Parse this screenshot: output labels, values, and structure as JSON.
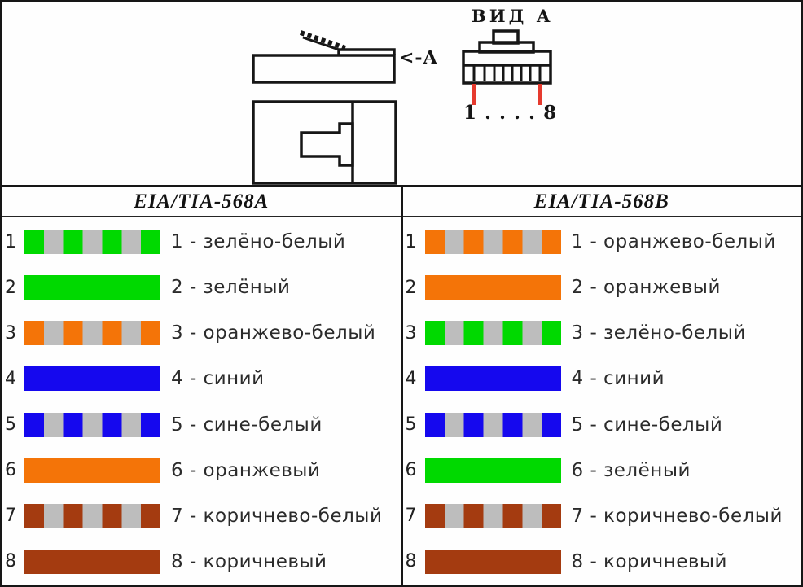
{
  "top": {
    "view_label": "ВИД А",
    "arrow_label": "<-A",
    "pins_label": "1 . . . . 8"
  },
  "colors": {
    "stripe_white": "#bdbdbd",
    "pointer_red": "#e63a2e",
    "line_black": "#161616",
    "green": "#00d900",
    "orange": "#f47408",
    "blue": "#1508ee",
    "brown": "#a43b10"
  },
  "table": {
    "columns": [
      {
        "header": "EIA/TIA-568A",
        "rows": [
          {
            "pin": "1",
            "label": "1 - зелёно-белый",
            "color": "#00d900",
            "striped": true
          },
          {
            "pin": "2",
            "label": "2 - зелёный",
            "color": "#00d900",
            "striped": false
          },
          {
            "pin": "3",
            "label": "3 - оранжево-белый",
            "color": "#f47408",
            "striped": true
          },
          {
            "pin": "4",
            "label": "4 - синий",
            "color": "#1508ee",
            "striped": false
          },
          {
            "pin": "5",
            "label": "5 - сине-белый",
            "color": "#1508ee",
            "striped": true
          },
          {
            "pin": "6",
            "label": "6 - оранжевый",
            "color": "#f47408",
            "striped": false
          },
          {
            "pin": "7",
            "label": "7 - коричнево-белый",
            "color": "#a43b10",
            "striped": true
          },
          {
            "pin": "8",
            "label": "8 - коричневый",
            "color": "#a43b10",
            "striped": false
          }
        ]
      },
      {
        "header": "EIA/TIA-568B",
        "rows": [
          {
            "pin": "1",
            "label": "1 - оранжево-белый",
            "color": "#f47408",
            "striped": true
          },
          {
            "pin": "2",
            "label": "2 - оранжевый",
            "color": "#f47408",
            "striped": false
          },
          {
            "pin": "3",
            "label": "3 - зелёно-белый",
            "color": "#00d900",
            "striped": true
          },
          {
            "pin": "4",
            "label": "4 - синий",
            "color": "#1508ee",
            "striped": false
          },
          {
            "pin": "5",
            "label": "5 - сине-белый",
            "color": "#1508ee",
            "striped": true
          },
          {
            "pin": "6",
            "label": "6 - зелёный",
            "color": "#00d900",
            "striped": false
          },
          {
            "pin": "7",
            "label": "7 - коричнево-белый",
            "color": "#a43b10",
            "striped": true
          },
          {
            "pin": "8",
            "label": "8 - коричневый",
            "color": "#a43b10",
            "striped": false
          }
        ]
      }
    ]
  }
}
